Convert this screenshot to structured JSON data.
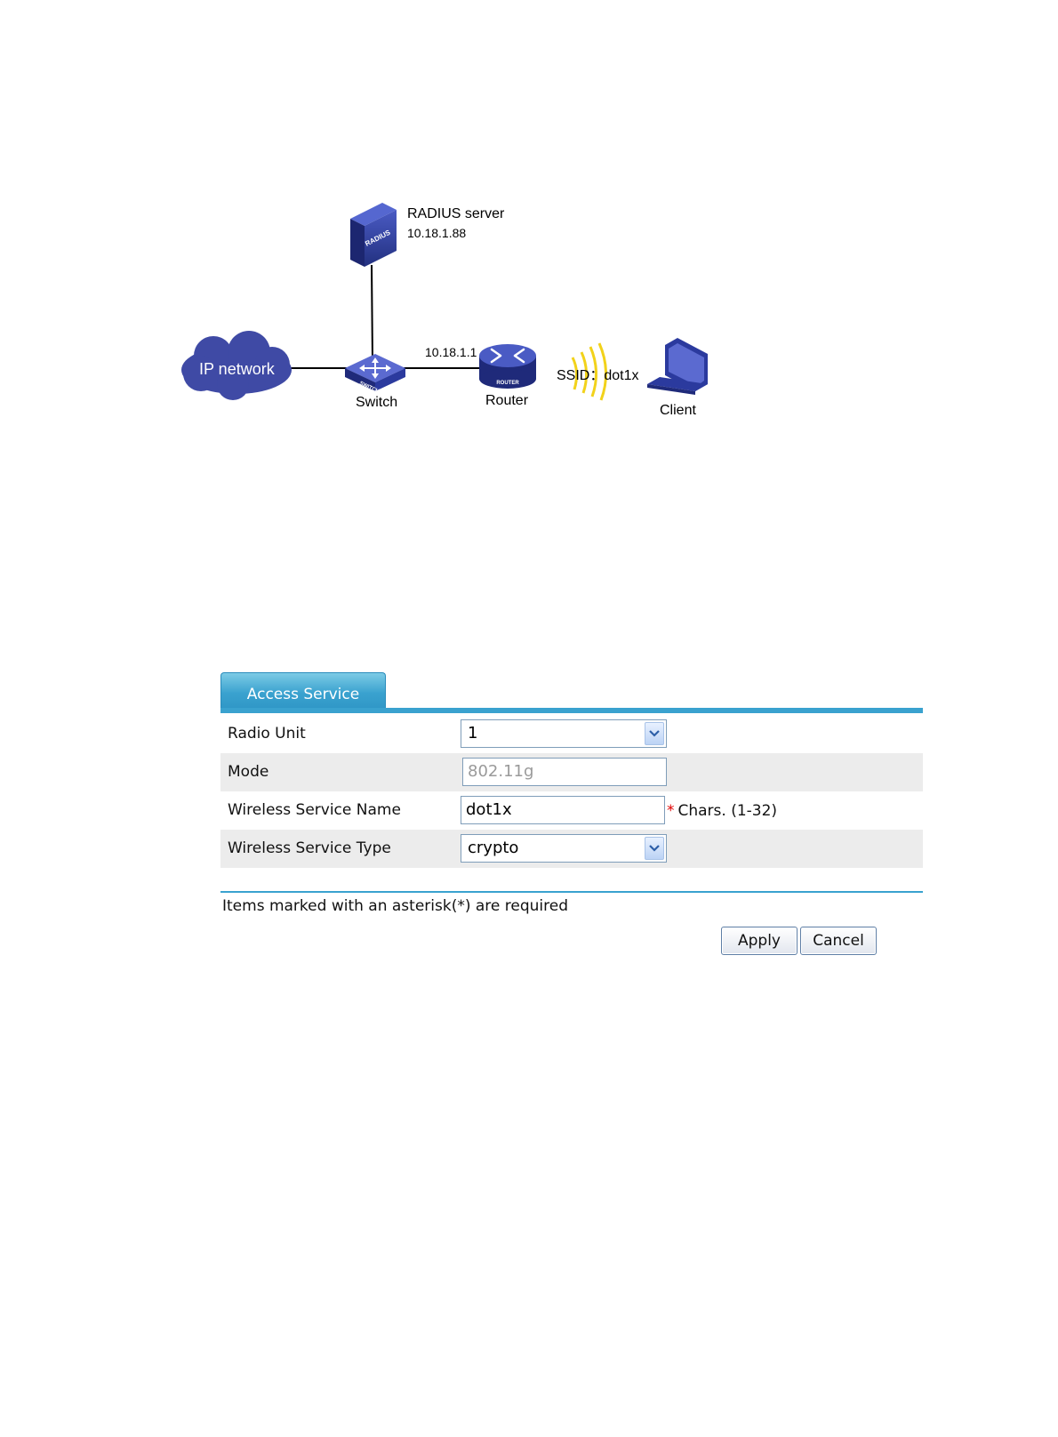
{
  "diagram": {
    "radius_server_label": "RADIUS server",
    "radius_server_ip": "10.18.1.88",
    "radius_badge": "RADIUS",
    "cloud_label": "IP network",
    "switch_label": "Switch",
    "switch_badge": "SWITCH",
    "router_ip": "10.18.1.1",
    "router_label": "Router",
    "router_badge": "ROUTER",
    "ssid_label": "SSID：dot1x",
    "client_label": "Client",
    "colors": {
      "device_blue": "#2b3a9e",
      "cloud": "#3f4aa5",
      "wifi": "#f2d21a"
    }
  },
  "panel": {
    "tab_label": "Access Service",
    "rows": [
      {
        "label": "Radio Unit",
        "type": "select",
        "value": "1"
      },
      {
        "label": "Mode",
        "type": "input-disabled",
        "value": "802.11g"
      },
      {
        "label": "Wireless Service Name",
        "type": "input",
        "value": "dot1x",
        "hint_star": "*",
        "hint": "Chars. (1-32)"
      },
      {
        "label": "Wireless Service Type",
        "type": "select",
        "value": "crypto"
      }
    ],
    "required_note": "Items marked with an asterisk(*) are required",
    "apply_label": "Apply",
    "cancel_label": "Cancel",
    "colors": {
      "accent": "#3aa2cf",
      "row_shade": "#ececec",
      "required_star": "#e00000"
    }
  }
}
